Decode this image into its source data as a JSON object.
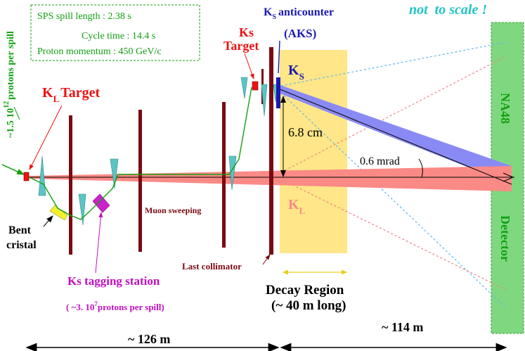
{
  "header": {
    "not_to_scale": "not  to scale !",
    "ks_anticounter_k": "K",
    "ks_anticounter_sub": "S",
    "ks_anticounter": "anticounter",
    "aks": "(AKS)"
  },
  "info_box": {
    "spill_length": "SPS spill length : 2.38 s",
    "cycle_time": "Cycle time : 14.4 s",
    "proton_momentum": "Proton momentum : 450 GeV/c"
  },
  "left_vertical": {
    "prefix": "~1.5 10",
    "exponent": "12",
    "suffix": "protons per spill"
  },
  "kl_target": {
    "k": "K",
    "sub": "L",
    "rest": "Target"
  },
  "ks_target": {
    "line1": "Ks",
    "line2": "Target"
  },
  "beam_labels": {
    "ks_k": "K",
    "ks_sub": "S",
    "kl_k": "K",
    "kl_sub": "L",
    "separation": "6.8 cm",
    "angle": "0.6 mrad"
  },
  "labels": {
    "bent_line1": "Bent",
    "bent_line2": "cristal",
    "muon_sweeping": "Muon sweeping",
    "last_collimator": "Last collimator",
    "ks_tagging": "Ks tagging station",
    "tagging_rate_prefix": "( ~3. 10",
    "tagging_rate_exp": "7",
    "tagging_rate_suffix": "protons per spill)",
    "decay_line1": "Decay Region",
    "decay_line2": "(~ 40 m long)",
    "dist_left": "~ 126 m",
    "dist_right": "~ 114 m"
  },
  "detector": {
    "top": "NA48",
    "bottom": "Detector"
  },
  "colors": {
    "green": "#12a012",
    "red": "#ee1111",
    "dark_red": "#7a0a12",
    "blue": "#1a1ab0",
    "cyan": "#22c4c4",
    "magenta": "#c010c0",
    "detector_fill": "#7fd87f",
    "decay_fill": "#ffe688",
    "kl_beam": "#fa8a86",
    "ks_beam": "#8a8af4"
  }
}
